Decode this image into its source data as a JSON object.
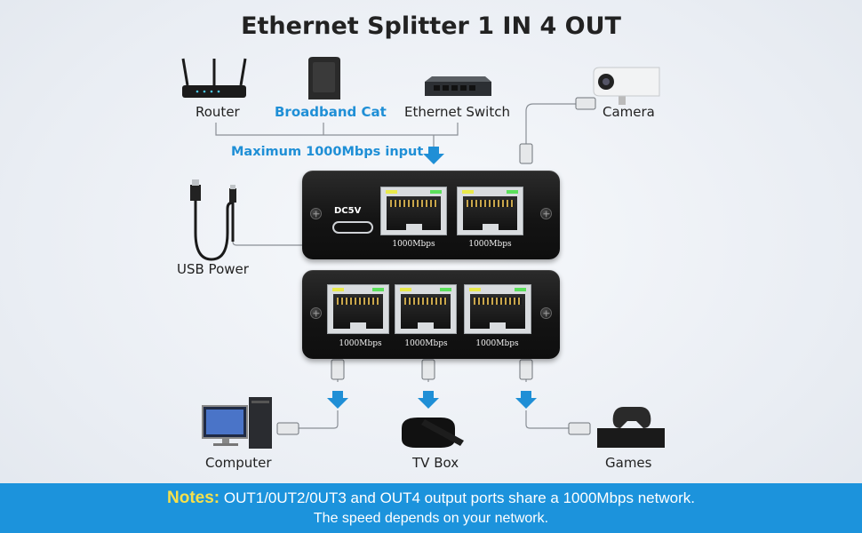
{
  "title": "Ethernet Splitter 1 IN 4 OUT",
  "inputs": {
    "router": "Router",
    "broadband_cat": "Broadband Cat",
    "ethernet_switch": "Ethernet Switch",
    "max_input": "Maximum 1000Mbps input"
  },
  "camera": "Camera",
  "usb_power": "USB Power",
  "top_unit": {
    "dc_label": "DC5V",
    "ports": [
      "1000Mbps",
      "1000Mbps"
    ]
  },
  "bottom_unit": {
    "ports": [
      "1000Mbps",
      "1000Mbps",
      "1000Mbps"
    ]
  },
  "outputs": {
    "computer": "Computer",
    "tv_box": "TV Box",
    "games": "Games"
  },
  "notes": {
    "heading": "Notes:",
    "line1": "OUT1/0UT2/0UT3 and OUT4 output ports share a 1000Mbps network.",
    "line2": "The speed depends on your network."
  },
  "colors": {
    "accent_blue": "#1f8fd6",
    "banner": "#1c93dc",
    "notes_heading": "#f6e04b",
    "led_yellow": "#e9e94a",
    "led_green": "#5be05b"
  }
}
